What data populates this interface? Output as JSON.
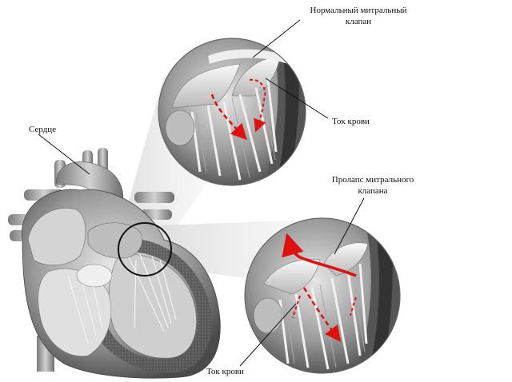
{
  "labels": {
    "heart": "Сердце",
    "normal_valve": [
      "Нормальный митральный",
      "клапан"
    ],
    "blood_flow_top": "Ток крови",
    "prolapse": [
      "Пролапс митрального",
      "клапана"
    ],
    "blood_flow_bottom": "Ток крови"
  },
  "colors": {
    "arrow": "#e01010",
    "tissue_dark": "#3c3c3c",
    "tissue_mid": "#8a8a8a",
    "tissue_light": "#d8d8d8"
  }
}
